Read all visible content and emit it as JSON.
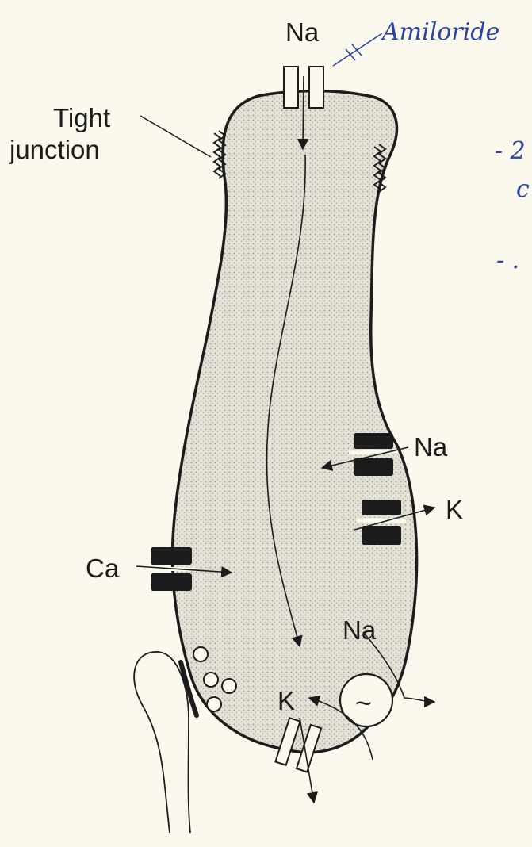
{
  "labels": {
    "tight_junction_line1": "Tight",
    "tight_junction_line2": "junction",
    "na_top": "Na",
    "amiloride": "Amiloride",
    "na_right": "Na",
    "k_right": "K",
    "ca_left": "Ca",
    "na_pump": "Na",
    "k_pump": "K",
    "pump_symbol": "~"
  },
  "handwriting": {
    "dash_1": "- 2",
    "dash_1_second": "c",
    "dash_2": "- ."
  },
  "colors": {
    "ink": "#1c1c1c",
    "cell_fill": "#d9d6cc",
    "paper": "#fbf8ee",
    "pen_blue": "#2d43a3"
  }
}
